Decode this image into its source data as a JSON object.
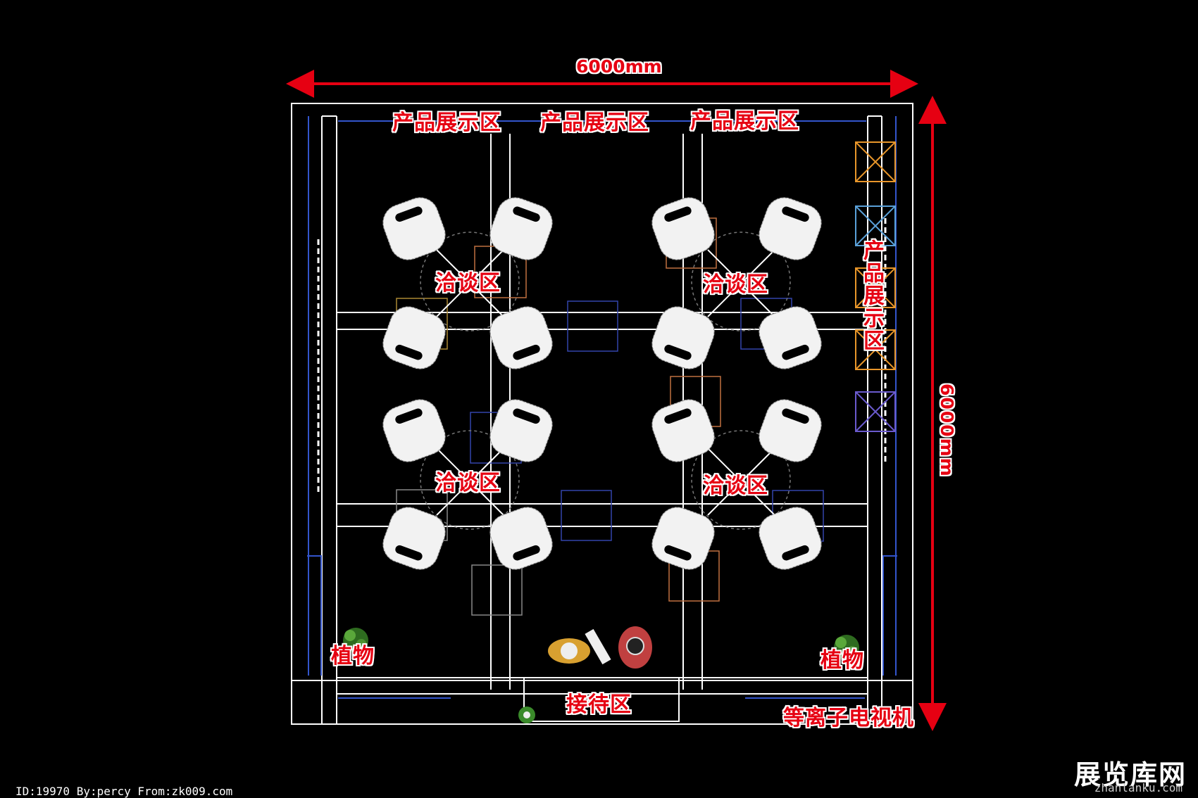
{
  "dimensions": {
    "width_label": "6000mm",
    "depth_label": "6000mm"
  },
  "zones": {
    "product_top_1": "产品展示区",
    "product_top_2": "产品展示区",
    "product_top_3": "产品展示区",
    "product_side": "产品展示区",
    "negotiation_1": "洽谈区",
    "negotiation_2": "洽谈区",
    "negotiation_3": "洽谈区",
    "negotiation_4": "洽谈区",
    "plant_left": "植物",
    "plant_right": "植物",
    "reception": "接待区",
    "tv": "等离子电视机"
  },
  "footer": {
    "credit": "ID:19970 By:percy From:zk009.com"
  },
  "watermark": {
    "logo": "展览库网",
    "url": "zhanlanku.com"
  },
  "colors": {
    "background": "#000000",
    "lines": "#ffffff",
    "label": "#e60012",
    "dimension_arrow": "#e60012"
  }
}
